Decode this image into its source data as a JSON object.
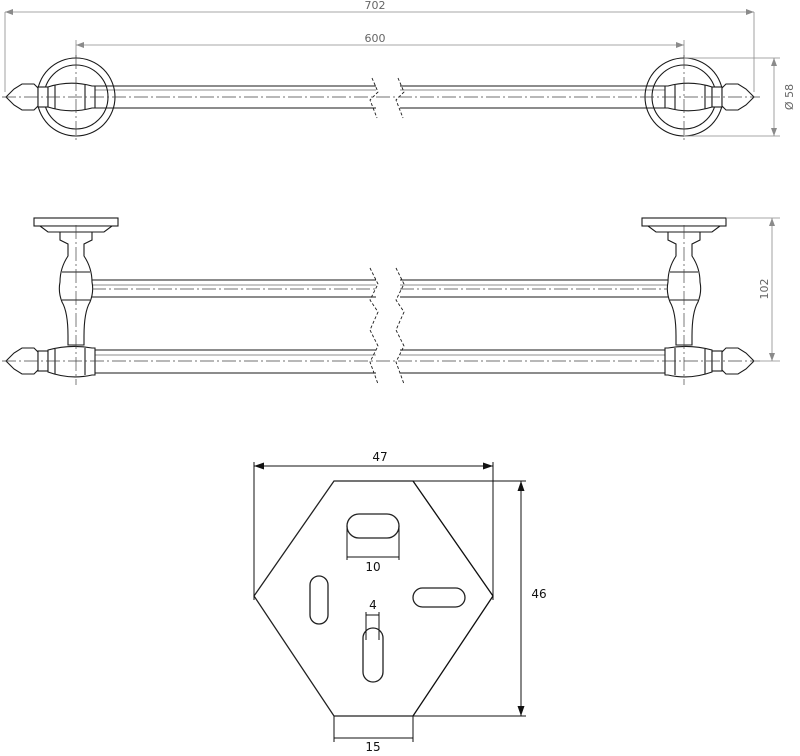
{
  "dimensions": {
    "overall_length": "702",
    "bar_spacing": "600",
    "rosette_diameter": "Ø 58",
    "rail_distance": "102",
    "plate_width": "47",
    "plate_height": "46",
    "slot_top_width": "10",
    "slot_center_width": "4",
    "plate_bottom_width": "15"
  },
  "colors": {
    "line": "#1a1a1a",
    "dimension_line": "#8a8a8a",
    "dimension_text": "#666666"
  }
}
